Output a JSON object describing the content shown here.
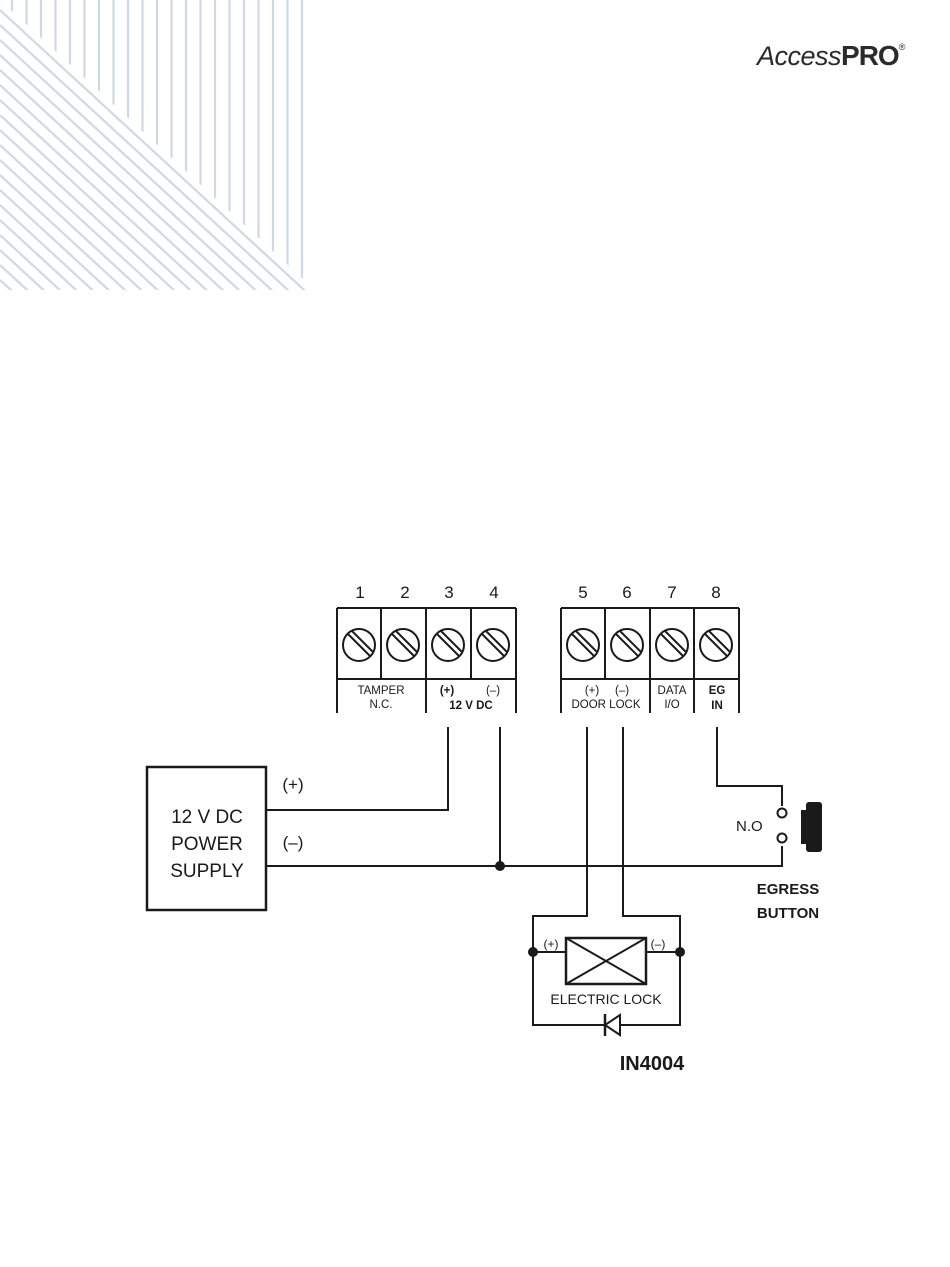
{
  "logo": {
    "part1": "Access",
    "part2": "PRO",
    "reg": "®"
  },
  "diagram": {
    "terminal_numbers": [
      "1",
      "2",
      "3",
      "4",
      "5",
      "6",
      "7",
      "8"
    ],
    "group1_labels": {
      "tamper": "TAMPER",
      "nc": "N.C.",
      "plus": "(+)",
      "minus": "(–)",
      "vdc": "12 V DC"
    },
    "group2_labels": {
      "plus": "(+)",
      "minus": "(–)",
      "door_lock": "DOOR LOCK",
      "data": "DATA",
      "io": "I/O",
      "eg": "EG",
      "in": "IN"
    },
    "power_supply": {
      "line1": "12 V DC",
      "line2": "POWER",
      "line3": "SUPPLY",
      "plus_label": "(+)",
      "minus_label": "(–)"
    },
    "egress": {
      "no_label": "N.O",
      "line1": "EGRESS",
      "line2": "BUTTON"
    },
    "lock": {
      "plus": "(+)",
      "minus": "(–)",
      "label": "ELECTRIC LOCK",
      "diode_label": "IN4004"
    }
  }
}
